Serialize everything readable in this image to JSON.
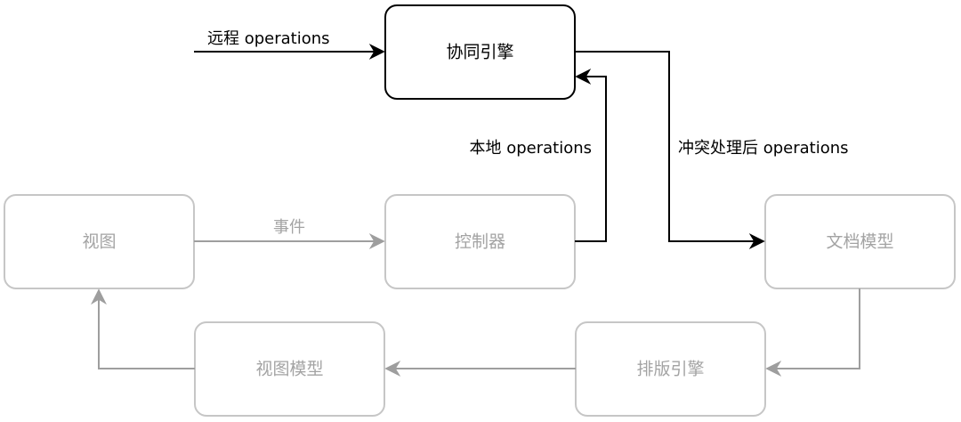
{
  "colors": {
    "active": "#000000",
    "dim_stroke": "#c6c6c6",
    "dim_text": "#a3a3a3",
    "dim_arrow": "#9e9e9e",
    "background": "#ffffff"
  },
  "nodes": {
    "collab_engine": "协同引擎",
    "view": "视图",
    "controller": "控制器",
    "document_model": "文档模型",
    "view_model": "视图模型",
    "layout_engine": "排版引擎"
  },
  "edges": {
    "remote_ops": "远程 operations",
    "local_ops": "本地 operations",
    "resolved_ops": "冲突处理后 operations",
    "event": "事件"
  }
}
